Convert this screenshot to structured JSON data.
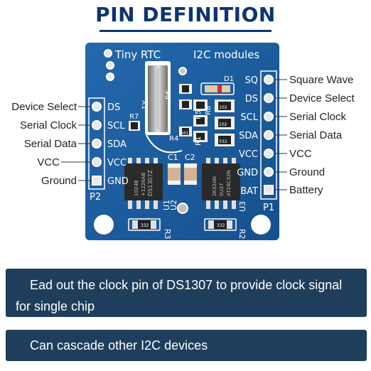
{
  "title": "PIN DEFINITION",
  "board": {
    "name": "Tiny RTC",
    "subtitle": "I2C modules",
    "components": [
      "D1",
      "R6",
      "R5",
      "R8",
      "R4",
      "R1",
      "R7",
      "X1",
      "C1",
      "C2",
      "U1",
      "U2",
      "U3",
      "R3",
      "R2"
    ],
    "component_codes": [
      "102",
      "102",
      "561",
      "332",
      "332",
      "332"
    ],
    "ic1_text": [
      "DS1307Z",
      "+1226AB",
      "1024B"
    ],
    "ic2_text": [
      "AT24C32N",
      "SU27",
      "2K32AN"
    ],
    "p1_name": "P1",
    "p2_name": "P2",
    "p1_pins": [
      "SQ",
      "DS",
      "SCL",
      "SDA",
      "VCC",
      "GND",
      "BAT"
    ],
    "p2_pins": [
      "DS",
      "SCL",
      "SDA",
      "VCC",
      "GND"
    ]
  },
  "left_labels": [
    "Device Select",
    "Serial Clock",
    "Serial Data",
    "VCC",
    "Ground"
  ],
  "right_labels": [
    "Square Wave",
    "Device Select",
    "Serial Clock",
    "Serial Data",
    "VCC",
    "Ground",
    "Battery"
  ],
  "banners": {
    "first_line1": "Ead out the clock pin of DS1307 to provide clock signal",
    "first_line2": "for single chip",
    "second": "Can cascade other I2C devices"
  },
  "colors": {
    "pcb": "#1c5fa3",
    "title": "#0d3570",
    "banner": "#1e3e5c"
  }
}
